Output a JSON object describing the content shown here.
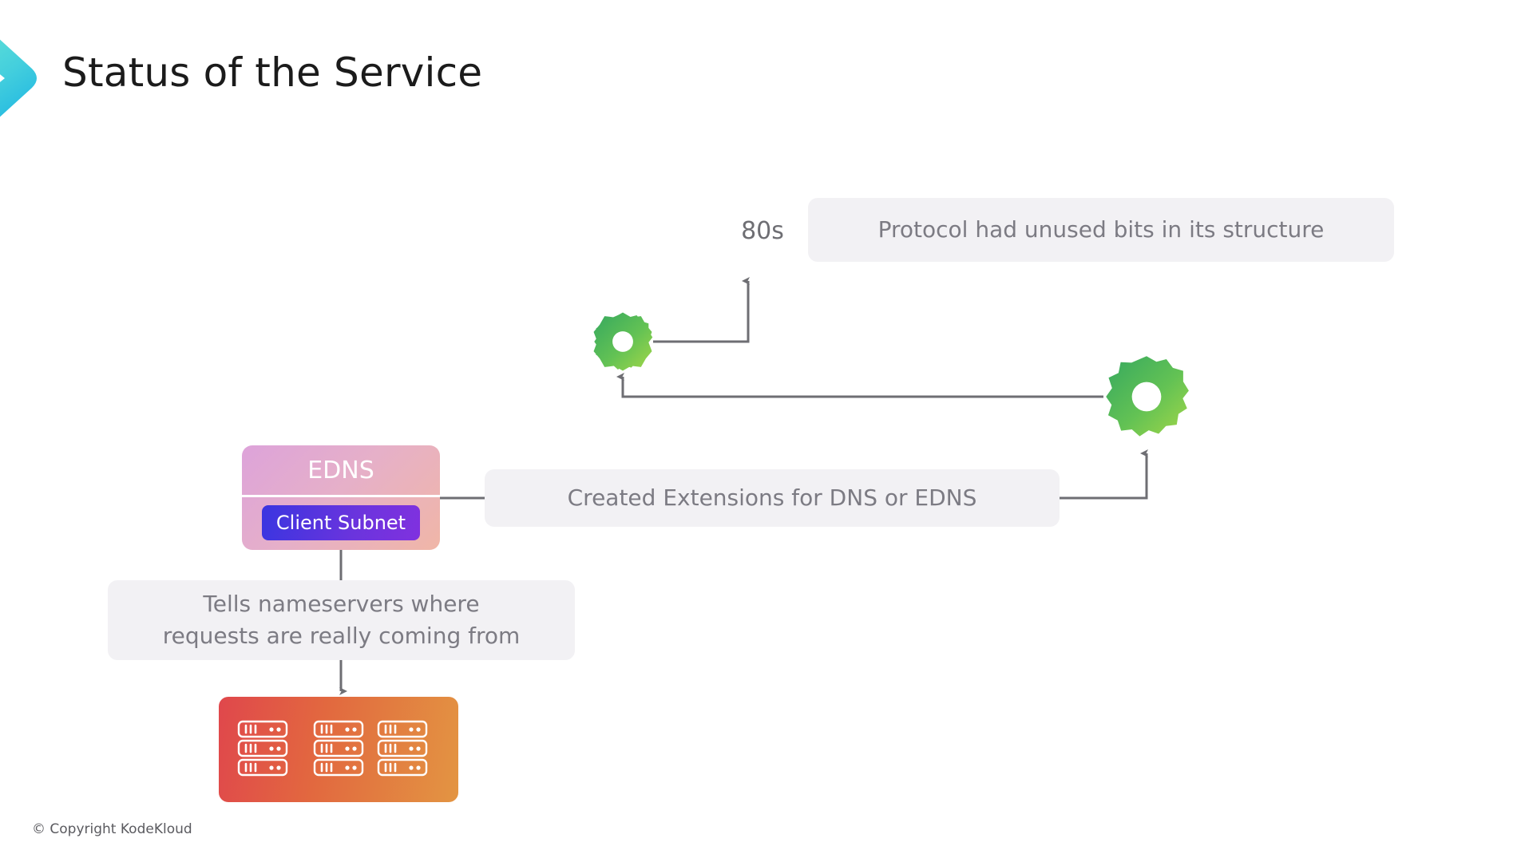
{
  "slide": {
    "title": "Status of the Service",
    "copyright": "© Copyright KodeKloud",
    "background_color": "#ffffff"
  },
  "branding": {
    "logo_icon": "chevron-right-icon",
    "logo_gradient_start": "#5de0d3",
    "logo_gradient_end": "#29b9e0"
  },
  "timeline": {
    "era_label": "80s"
  },
  "nodes": {
    "gear_small": {
      "icon": "gear-icon",
      "gradient_start": "#3aa65c",
      "gradient_end": "#9ed44a"
    },
    "gear_large": {
      "icon": "gear-icon",
      "gradient_start": "#3aa65c",
      "gradient_end": "#9ed44a"
    },
    "edns_card": {
      "title": "EDNS",
      "badge_label": "Client Subnet",
      "card_gradient_start": "#dda3da",
      "card_gradient_end": "#f0b6a7",
      "badge_gradient_start": "#3a35e0",
      "badge_gradient_end": "#8031df"
    },
    "server_rack": {
      "icon": "server-rack-icon",
      "gradient_start": "#e0474c",
      "gradient_end": "#e39542",
      "unit_columns": 3,
      "unit_rows": 3
    }
  },
  "callouts": {
    "protocol": "Protocol had unused bits in its structure",
    "extensions": "Created Extensions for DNS or EDNS",
    "tells_line1": "Tells nameservers where",
    "tells_line2": "requests are really coming from",
    "box_background": "#f2f1f4",
    "text_color": "#7c7b83"
  },
  "connectors": {
    "stroke_color": "#6e6e73",
    "stroke_width": 3
  }
}
